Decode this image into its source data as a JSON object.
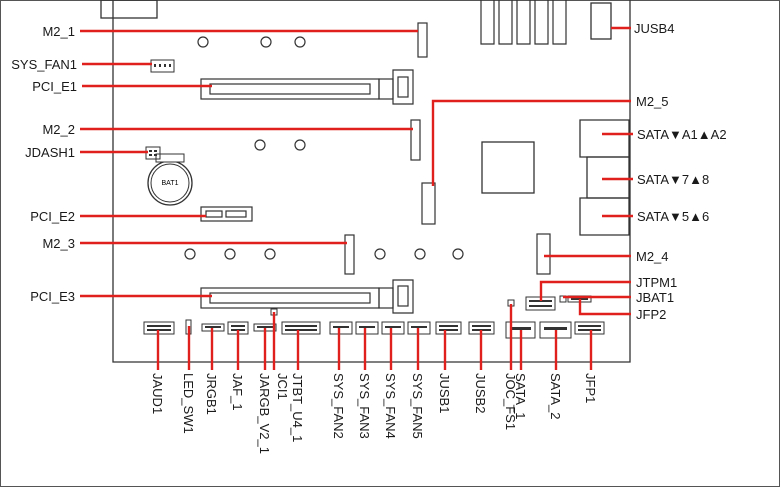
{
  "colors": {
    "line": "#e0201c",
    "board": "#333333",
    "frame": "#555555"
  },
  "left_labels": {
    "m2_1": "M2_1",
    "sys_fan1": "SYS_FAN1",
    "pci_e1": "PCI_E1",
    "m2_2": "M2_2",
    "jdash1": "JDASH1",
    "pci_e2": "PCI_E2",
    "m2_3": "M2_3",
    "pci_e3": "PCI_E3"
  },
  "right_labels": {
    "jusb4": "JUSB4",
    "m2_5": "M2_5",
    "sata_a1a2": "SATA▼A1▲A2",
    "sata_7_8": "SATA▼7▲8",
    "sata_5_6": "SATA▼5▲6",
    "m2_4": "M2_4",
    "jtpm1": "JTPM1",
    "jbat1": "JBAT1",
    "jfp2": "JFP2"
  },
  "bottom_labels": {
    "jaud1": "JAUD1",
    "led_sw1": "LED_SW1",
    "jrgb1": "JRGB1",
    "jaf_1": "JAF_1",
    "jargb_v2_1": "JARGB_V2_1",
    "jci1": "JCI1",
    "jtbt_u4_1": "JTBT_U4_1",
    "sys_fan2": "SYS_FAN2",
    "sys_fan3": "SYS_FAN3",
    "sys_fan4": "SYS_FAN4",
    "sys_fan5": "SYS_FAN5",
    "jusb1": "JUSB1",
    "jusb2": "JUSB2",
    "joc_fs1": "JOC_FS1",
    "sata_1": "SATA_1",
    "sata_2": "SATA_2",
    "jfp1": "JFP1"
  },
  "battery_label": "BAT1"
}
